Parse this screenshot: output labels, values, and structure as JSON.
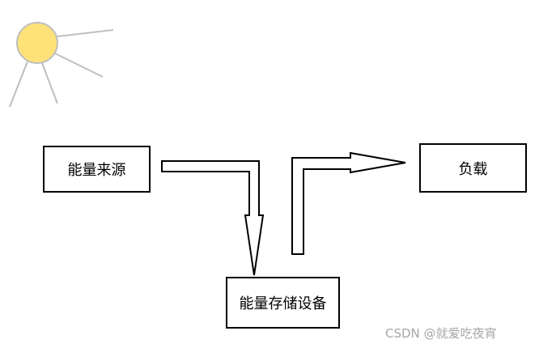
{
  "nodes": {
    "energy_source": "能量来源",
    "load": "负载",
    "energy_storage": "能量存储设备"
  },
  "watermark": "CSDN @就爱吃夜宵",
  "colors": {
    "sun_fill": "#fde27a",
    "sun_stroke": "#bfbfbf",
    "ray_stroke": "#bfbfbf",
    "box_border": "#000000",
    "arrow_stroke": "#000000",
    "watermark": "#a6a6a6"
  },
  "icons": {
    "sun": "sun-icon"
  }
}
